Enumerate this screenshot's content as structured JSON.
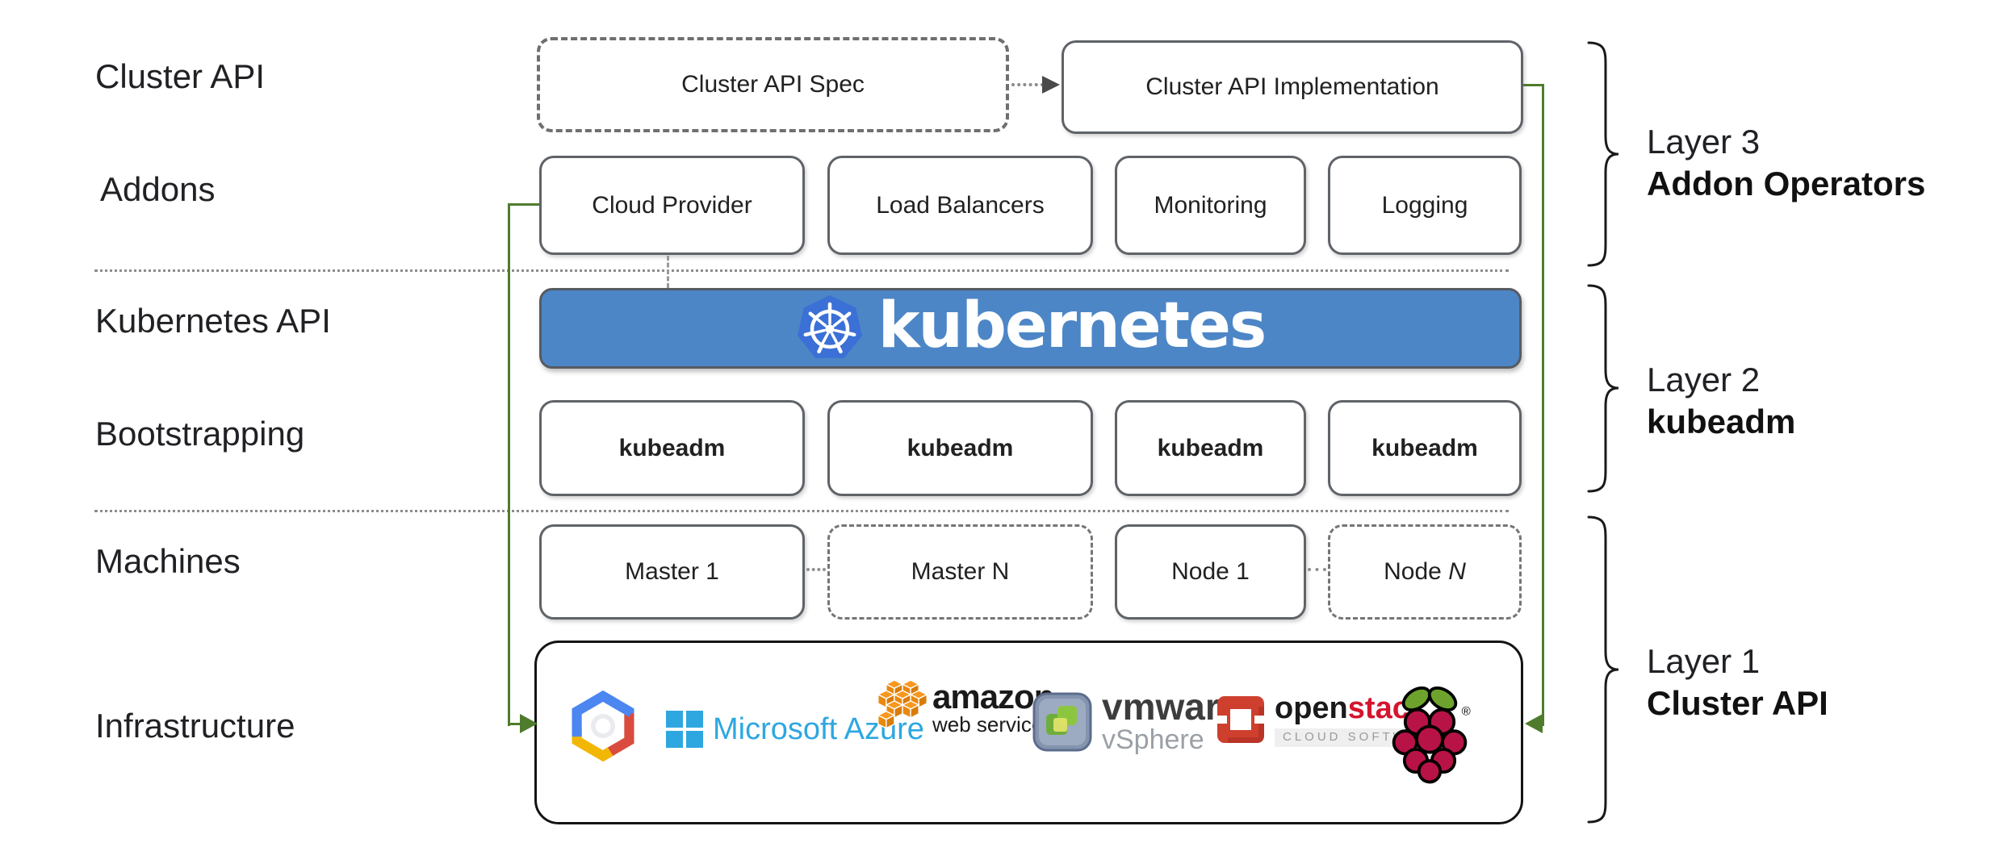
{
  "colors": {
    "green": "#4e7c2c",
    "box_border": "#5f6368",
    "banner_bg": "#4d86c6",
    "k8s_blue": "#3b70d6",
    "azure_blue": "#2ea7e0",
    "aws_orange": "#f7981f",
    "aws_orange_side": "#e8890f",
    "aws_orange_dark": "#d97c0a",
    "openstack_red": "#ce3f2e",
    "vmware_green": "#6fae3d",
    "vmware_green2": "#8cc63f",
    "vmware_yellow": "#e3e36a",
    "gcp_blue": "#4c86f0",
    "gcp_red": "#d94c3d",
    "gcp_yellow": "#f2b705",
    "raspberry_red": "#b81346",
    "leaf_green": "#6da32c"
  },
  "row_labels": {
    "cluster_api": "Cluster API",
    "addons": "Addons",
    "kubernetes_api": "Kubernetes API",
    "bootstrapping": "Bootstrapping",
    "machines": "Machines",
    "infrastructure": "Infrastructure"
  },
  "cluster_api_row": {
    "spec": "Cluster API Spec",
    "implementation": "Cluster API Implementation"
  },
  "addons_row": {
    "items": [
      "Cloud Provider",
      "Load Balancers",
      "Monitoring",
      "Logging"
    ]
  },
  "kubernetes_banner": {
    "wordmark": "kubernetes"
  },
  "bootstrapping_row": {
    "items": [
      "kubeadm",
      "kubeadm",
      "kubeadm",
      "kubeadm"
    ]
  },
  "machines_row": {
    "master1": "Master 1",
    "masterN": "Master N",
    "node1": "Node 1",
    "nodeN_prefix": "Node ",
    "nodeN_suffix": "N"
  },
  "infrastructure_box": {
    "azure_text": "Microsoft Azure",
    "aws_text": "amazon",
    "aws_subtext": "web services",
    "vmware_text": "vmware",
    "vmware_reg": "®",
    "vmware_subtext": "vSphere",
    "openstack_text_black": "open",
    "openstack_text_red": "stack",
    "openstack_tm": "™",
    "openstack_subtext": "CLOUD SOFTWARE",
    "raspberry_reg": "®"
  },
  "layer_annotations": [
    {
      "name": "Layer 3",
      "subtitle": "Addon Operators"
    },
    {
      "name": "Layer 2",
      "subtitle": "kubeadm"
    },
    {
      "name": "Layer 1",
      "subtitle": "Cluster API"
    }
  ]
}
